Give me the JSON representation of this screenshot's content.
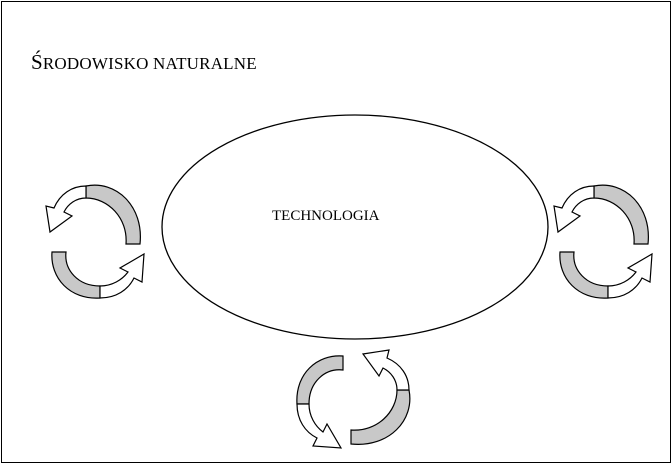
{
  "title": {
    "first_letter": "Ś",
    "rest": "RODOWISKO NATURALNE"
  },
  "center": {
    "label": "TECHNOLOGIA"
  },
  "colors": {
    "stroke": "#000000",
    "arrow_fill_gray": "#c8c8c8",
    "arrow_fill_white": "#ffffff",
    "background": "#ffffff"
  },
  "cycles": [
    {
      "name": "left-cycle",
      "icon": "cycle-arrows-icon"
    },
    {
      "name": "right-cycle",
      "icon": "cycle-arrows-icon"
    },
    {
      "name": "bottom-cycle",
      "icon": "cycle-arrows-icon"
    }
  ]
}
